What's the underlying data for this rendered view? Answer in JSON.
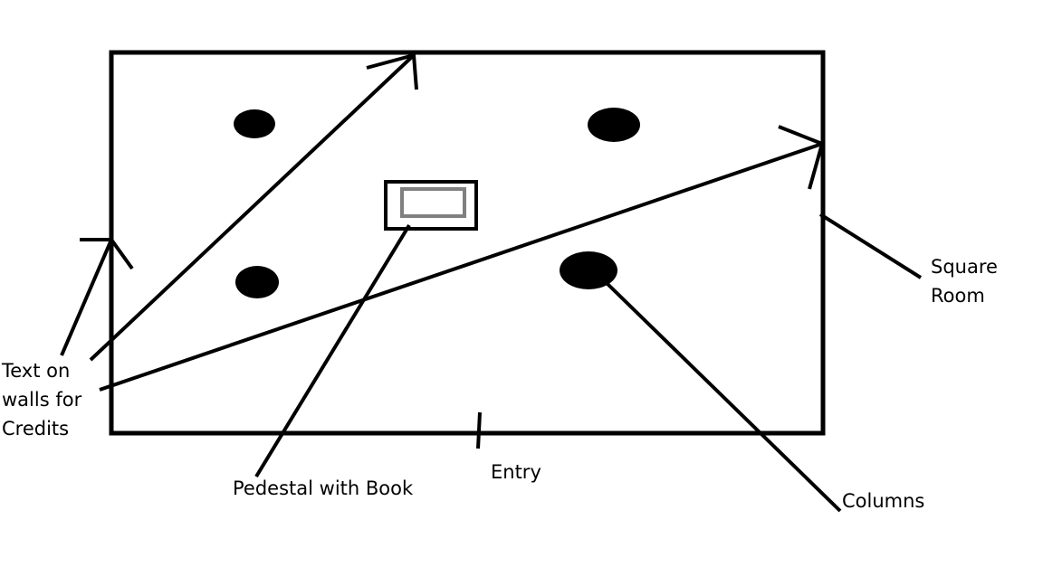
{
  "diagram": {
    "labels": {
      "square_room": "Square\nRoom",
      "text_on_walls": "Text on\nwalls for\nCredits",
      "pedestal": "Pedestal with Book",
      "entry": "Entry",
      "columns": "Columns"
    },
    "colors": {
      "background": "#ffffff",
      "ink": "#000000",
      "book": "#808080"
    }
  }
}
